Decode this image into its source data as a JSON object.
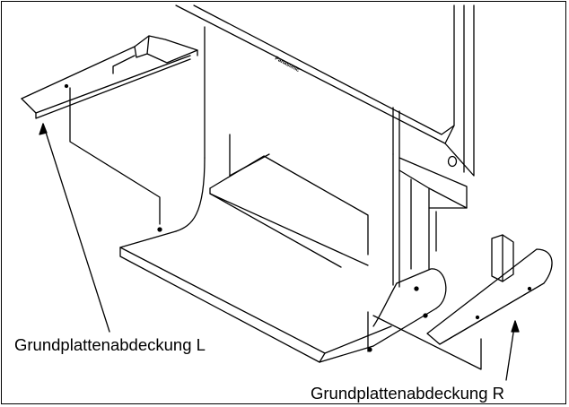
{
  "labels": {
    "left_cover": "Grundplattenabdeckung L",
    "right_cover": "Grundplattenabdeckung R"
  },
  "logo_text": "Panasonic",
  "colors": {
    "line": "#000000",
    "background": "#ffffff"
  }
}
